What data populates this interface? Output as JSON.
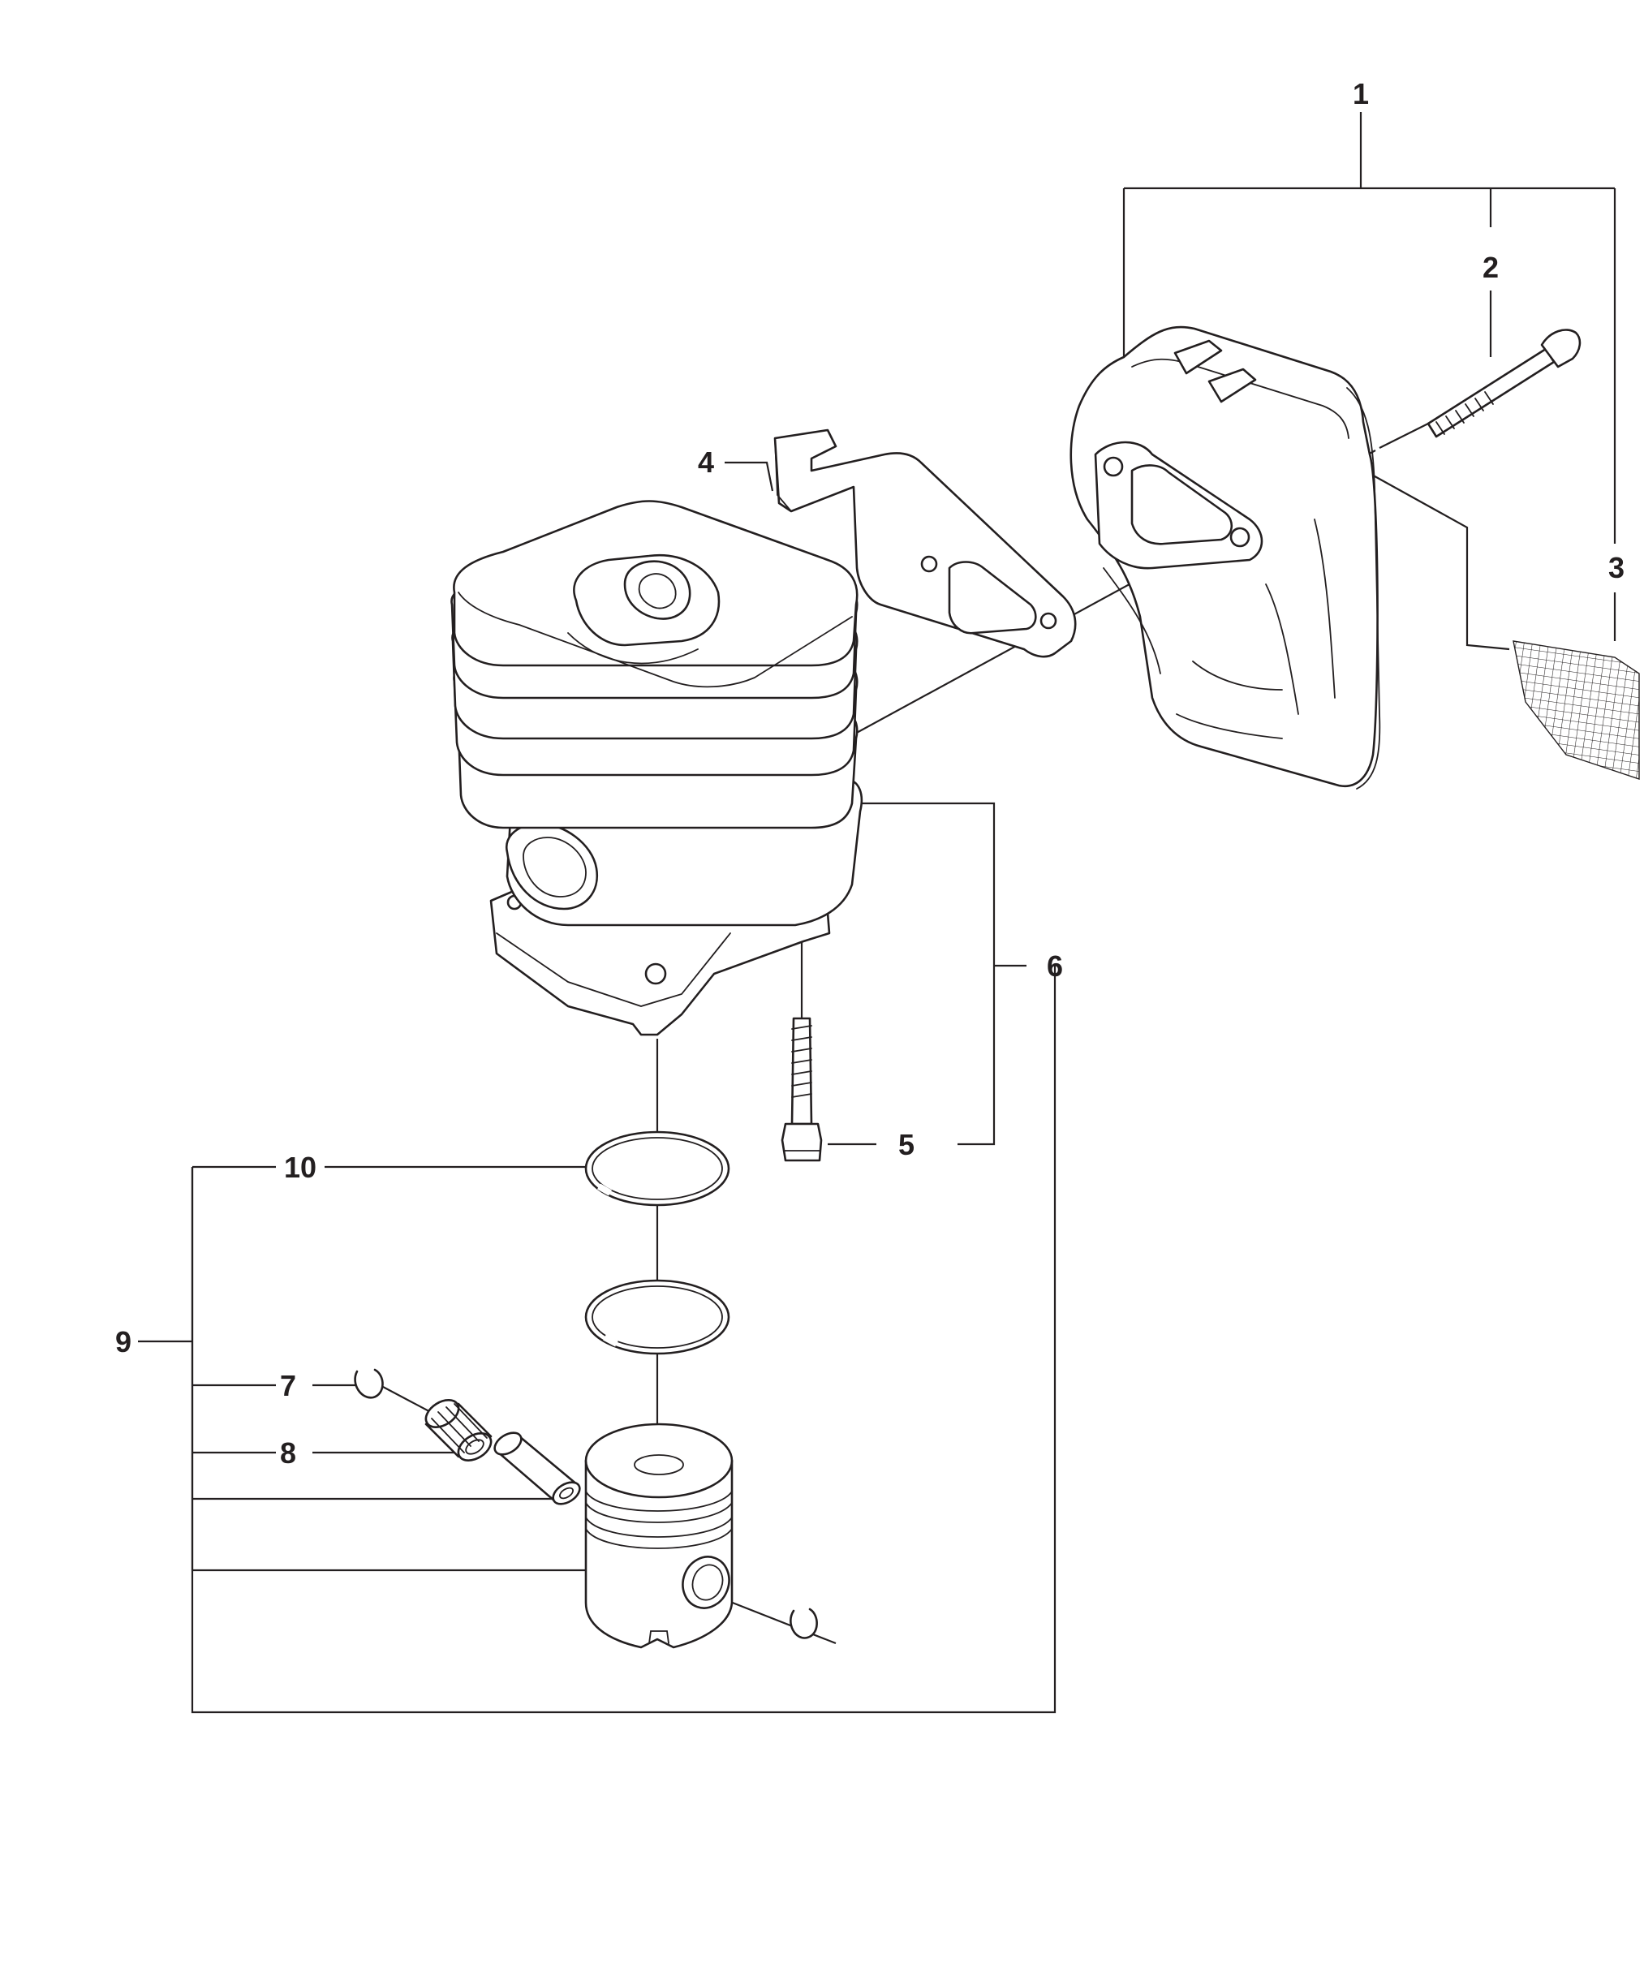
{
  "callouts": {
    "c1": "1",
    "c2": "2",
    "c3": "3",
    "c4": "4",
    "c5": "5",
    "c6": "6",
    "c7": "7",
    "c8": "8",
    "c9": "9",
    "c10": "10"
  },
  "parts": {
    "muffler_assembly": "1",
    "muffler_bolt": "2",
    "spark_arrestor_screen": "3",
    "muffler_gasket_bracket": "4",
    "cylinder_screw": "5",
    "cylinder_kit": "6",
    "circlip": "7",
    "needle_bearing": "8",
    "piston_kit": "9",
    "piston_ring": "10"
  },
  "colors": {
    "ink": "#231f20",
    "background": "#ffffff"
  }
}
